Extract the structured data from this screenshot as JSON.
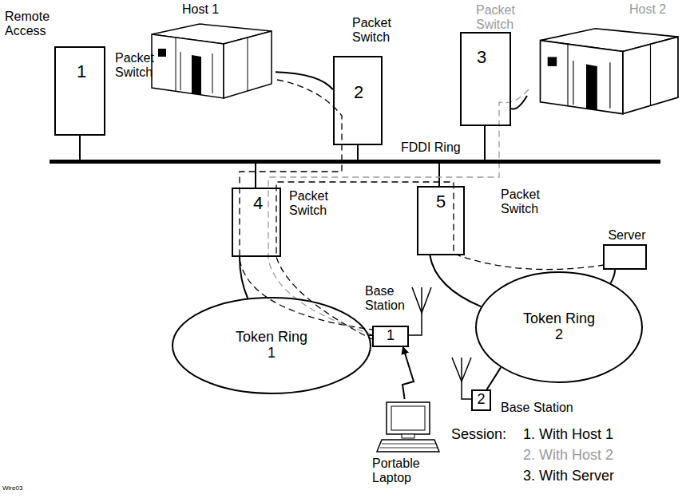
{
  "diagram": {
    "nodes": [
      {
        "text": [
          "Remote Access",
          "1",
          "Packet Switch"
        ]
      },
      {
        "text": [
          "Host 1"
        ]
      },
      {
        "text": [
          "Packet Switch",
          "2"
        ]
      },
      {
        "text": [
          "Packet Switch",
          "3"
        ]
      },
      {
        "text": [
          "Host 2"
        ]
      },
      {
        "text": [
          "FDDI Ring"
        ]
      },
      {
        "text": [
          "4",
          "Packet Switch"
        ]
      },
      {
        "text": [
          "5",
          "Packet Switch"
        ]
      },
      {
        "text": [
          "Server"
        ]
      },
      {
        "text": [
          "Token Ring 1"
        ]
      },
      {
        "text": [
          "Base Station",
          "1"
        ]
      },
      {
        "text": [
          "Token Ring 2"
        ]
      },
      {
        "text": [
          "2",
          "Base Station"
        ]
      },
      {
        "text": [
          "Portable Laptop"
        ]
      }
    ],
    "edges": [
      {
        "from": 0,
        "to": 5,
        "arrow": "none"
      },
      {
        "from": 2,
        "to": 5,
        "arrow": "none"
      },
      {
        "from": 3,
        "to": 5,
        "arrow": "none"
      },
      {
        "from": 6,
        "to": 5,
        "arrow": "none"
      },
      {
        "from": 7,
        "to": 5,
        "arrow": "none"
      },
      {
        "from": 1,
        "to": 2,
        "arrow": "none"
      },
      {
        "from": 4,
        "to": 3,
        "arrow": "none"
      },
      {
        "from": 6,
        "to": 9,
        "arrow": "none"
      },
      {
        "from": 7,
        "to": 11,
        "arrow": "none"
      },
      {
        "from": 8,
        "to": 11,
        "arrow": "none"
      },
      {
        "from": 10,
        "to": 9,
        "arrow": "none"
      },
      {
        "from": 12,
        "to": 11,
        "arrow": "none"
      },
      {
        "from": 13,
        "to": 10,
        "arrow": "to"
      }
    ],
    "labels": [
      "Session:",
      "Wire03"
    ],
    "legend": [
      {
        "text": "1. With Host 1"
      },
      {
        "text": "2. With Host 2"
      },
      {
        "text": "3. With Server"
      }
    ]
  }
}
